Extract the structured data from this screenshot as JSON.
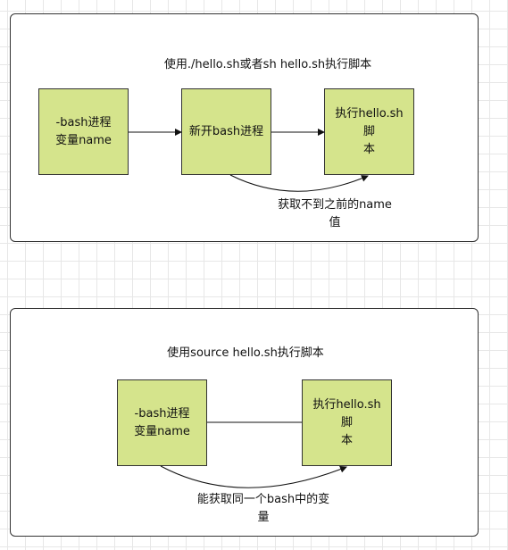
{
  "diagram1": {
    "title": "使用./hello.sh或者sh hello.sh执行脚本",
    "nodes": {
      "parent": "-bash进程\n变量name",
      "child": "新开bash进程",
      "script": "执行hello.sh脚\n本"
    },
    "edge_label": "获取不到之前的name\n值"
  },
  "diagram2": {
    "title": "使用source hello.sh执行脚本",
    "nodes": {
      "parent": "-bash进程\n变量name",
      "script": "执行hello.sh脚\n本"
    },
    "edge_label": "能获取同一个bash中的变\n量"
  },
  "colors": {
    "node_fill": "#d5e48c",
    "stroke": "#333333",
    "grid": "#e7e7e7"
  }
}
